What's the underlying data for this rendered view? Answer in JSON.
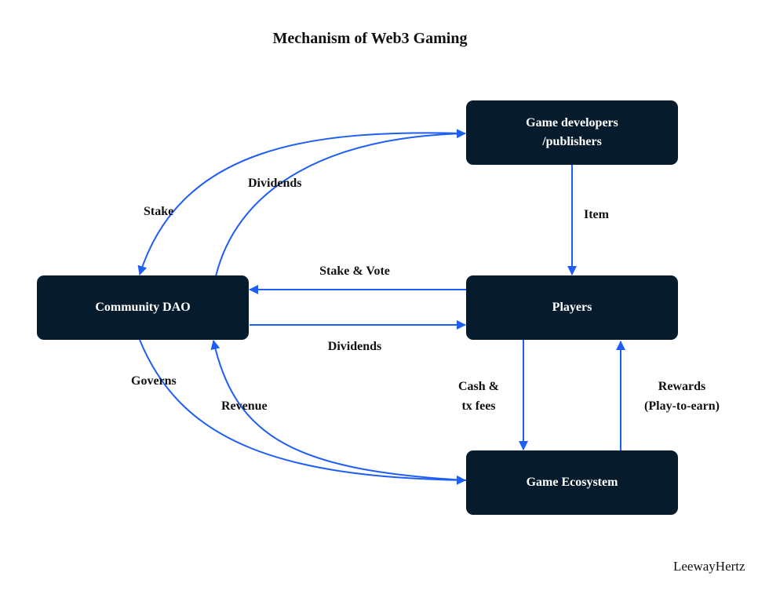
{
  "title": "Mechanism of Web3 Gaming",
  "nodes": {
    "game_developers": "Game developers\n/publishers",
    "community_dao": "Community DAO",
    "players": "Players",
    "game_ecosystem": "Game Ecosystem"
  },
  "edges": {
    "stake": "Stake",
    "dividends_top": "Dividends",
    "item": "Item",
    "stake_vote": "Stake & Vote",
    "dividends_middle": "Dividends",
    "governs": "Governs",
    "revenue": "Revenue",
    "cash_fees": "Cash &\ntx fees",
    "rewards": "Rewards\n(Play-to-earn)"
  },
  "watermark": "LeewayHertz",
  "colors": {
    "node_fill": "#061c2c",
    "node_text": "#ffffff",
    "arrow": "#1f5ef5",
    "text": "#111111"
  }
}
